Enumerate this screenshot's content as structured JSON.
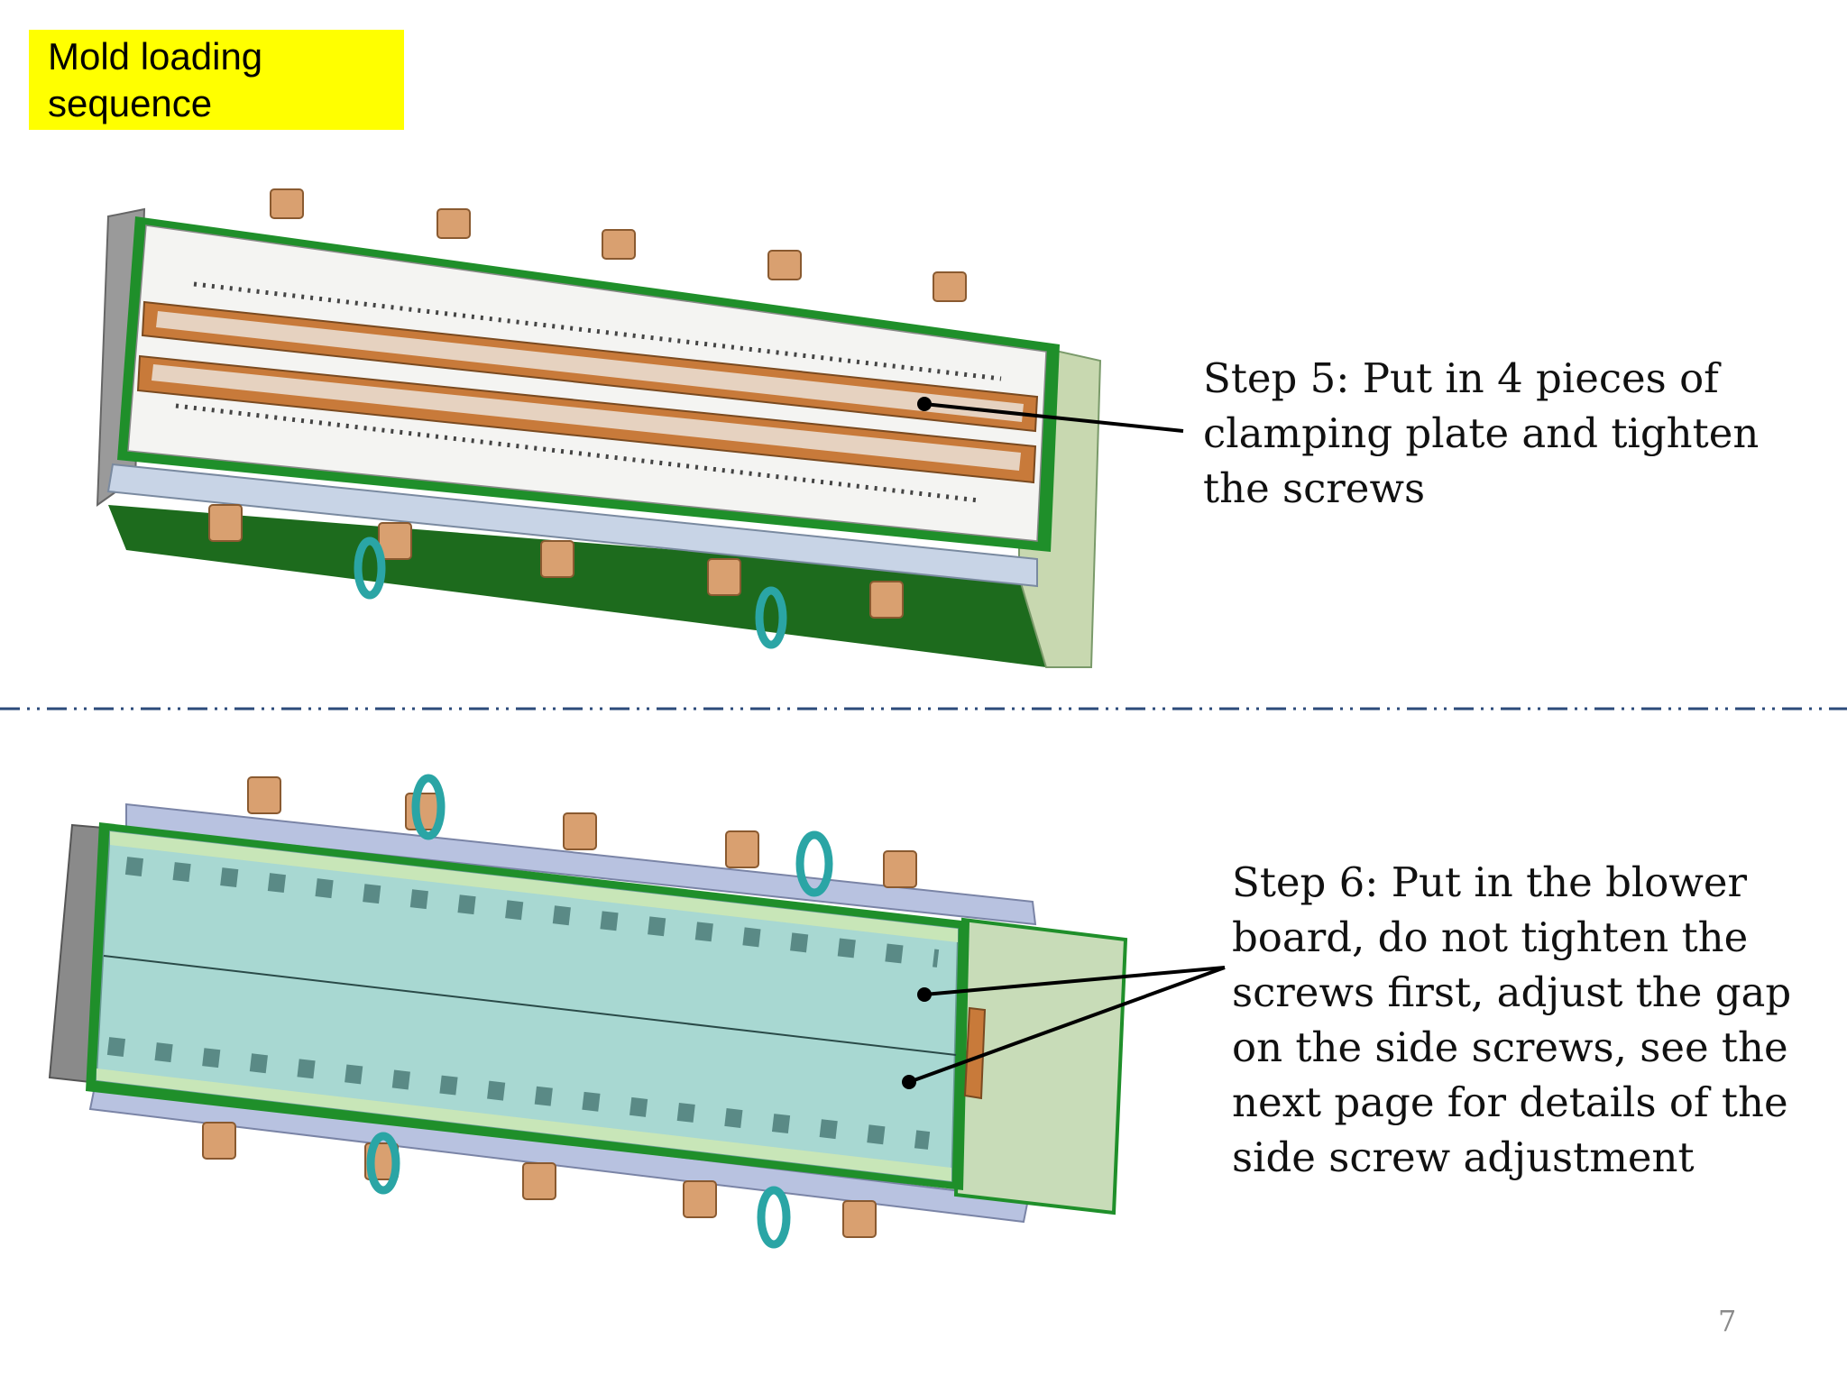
{
  "title": [
    "Mold loading",
    "sequence"
  ],
  "steps": [
    {
      "lines": [
        "Step 5: Put in 4 pieces of",
        "clamping plate and tighten",
        "the screws"
      ]
    },
    {
      "lines": [
        "Step 6: Put in the blower",
        "board, do not tighten the",
        "screws first, adjust the gap",
        "on the side screws, see the",
        "next page for details of the",
        "side screw adjustment"
      ]
    }
  ],
  "page_number": "7",
  "colors": {
    "title_highlight": "#ffff00",
    "mold_green": "#1f7a1f",
    "plate_white": "#f4f4f2",
    "clamp_copper": "#c87a3a",
    "blower_teal": "#a8d8d2",
    "fitting_brass": "#d9a070",
    "lifting_eye": "#2aa5a5",
    "divider": "#2b4a7a"
  }
}
